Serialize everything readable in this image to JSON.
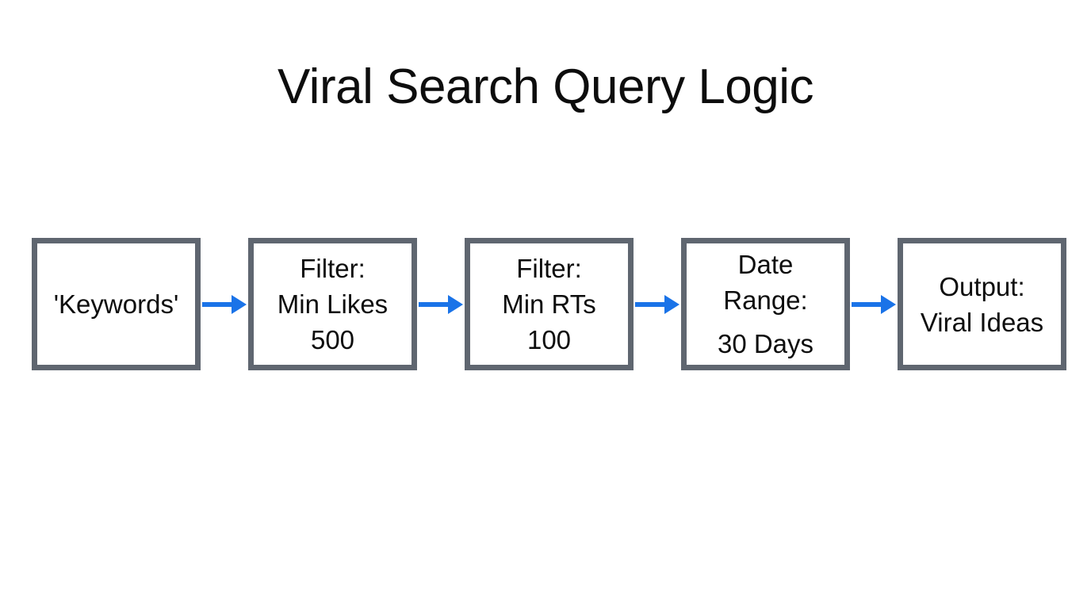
{
  "diagram": {
    "title": "Viral Search Query Logic",
    "nodes": [
      {
        "id": "keywords",
        "lines": [
          "'Keywords'"
        ]
      },
      {
        "id": "filter-min-likes",
        "lines": [
          "Filter:",
          "Min Likes",
          "500"
        ]
      },
      {
        "id": "filter-min-rts",
        "lines": [
          "Filter:",
          "Min RTs",
          "100"
        ]
      },
      {
        "id": "date-range",
        "lines": [
          "Date",
          "Range:",
          "30 Days"
        ]
      },
      {
        "id": "output",
        "lines": [
          "Output:",
          "Viral Ideas"
        ]
      }
    ],
    "connector_icon": "arrow-right-icon",
    "connector_count": 4,
    "colors": {
      "background": "#ffffff",
      "title_text": "#0d0d0d",
      "node_text": "#0d0d0d",
      "node_border": "#5f6670",
      "node_fill": "#ffffff",
      "arrow": "#1a73e8"
    }
  }
}
